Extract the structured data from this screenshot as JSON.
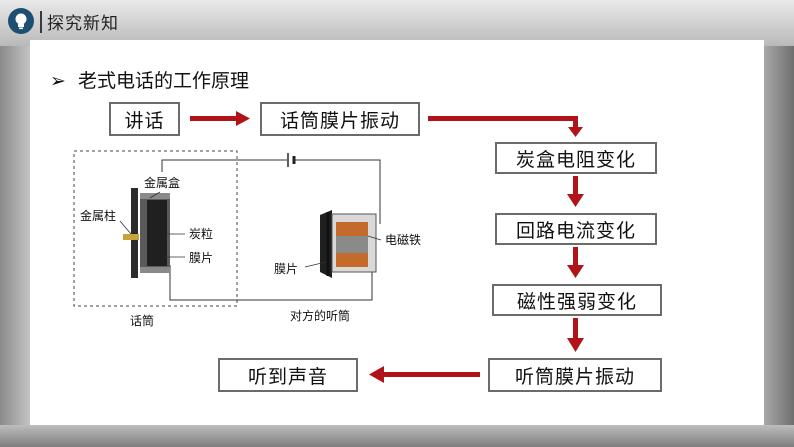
{
  "header": {
    "icon": "lightbulb-icon",
    "title": "探究新知"
  },
  "section": {
    "bullet": "➢",
    "title": "老式电话的工作原理"
  },
  "flow": {
    "speak": "讲话",
    "mic_vibrate": "话筒膜片振动",
    "carbon": "炭盒电阻变化",
    "current": "回路电流变化",
    "magnet": "磁性强弱变化",
    "earpiece_vibrate": "听筒膜片振动",
    "hear": "听到声音"
  },
  "diagram": {
    "metal_box": "金属盒",
    "metal_post": "金属柱",
    "carbon_grains": "炭粒",
    "diaphragm_left": "膜片",
    "microphone": "话筒",
    "electromagnet": "电磁铁",
    "diaphragm_right": "膜片",
    "receiver": "对方的听筒"
  },
  "colors": {
    "arrow": "#b01418",
    "box_border": "#6b6b6b",
    "icon_bg": "#1d4f73"
  }
}
